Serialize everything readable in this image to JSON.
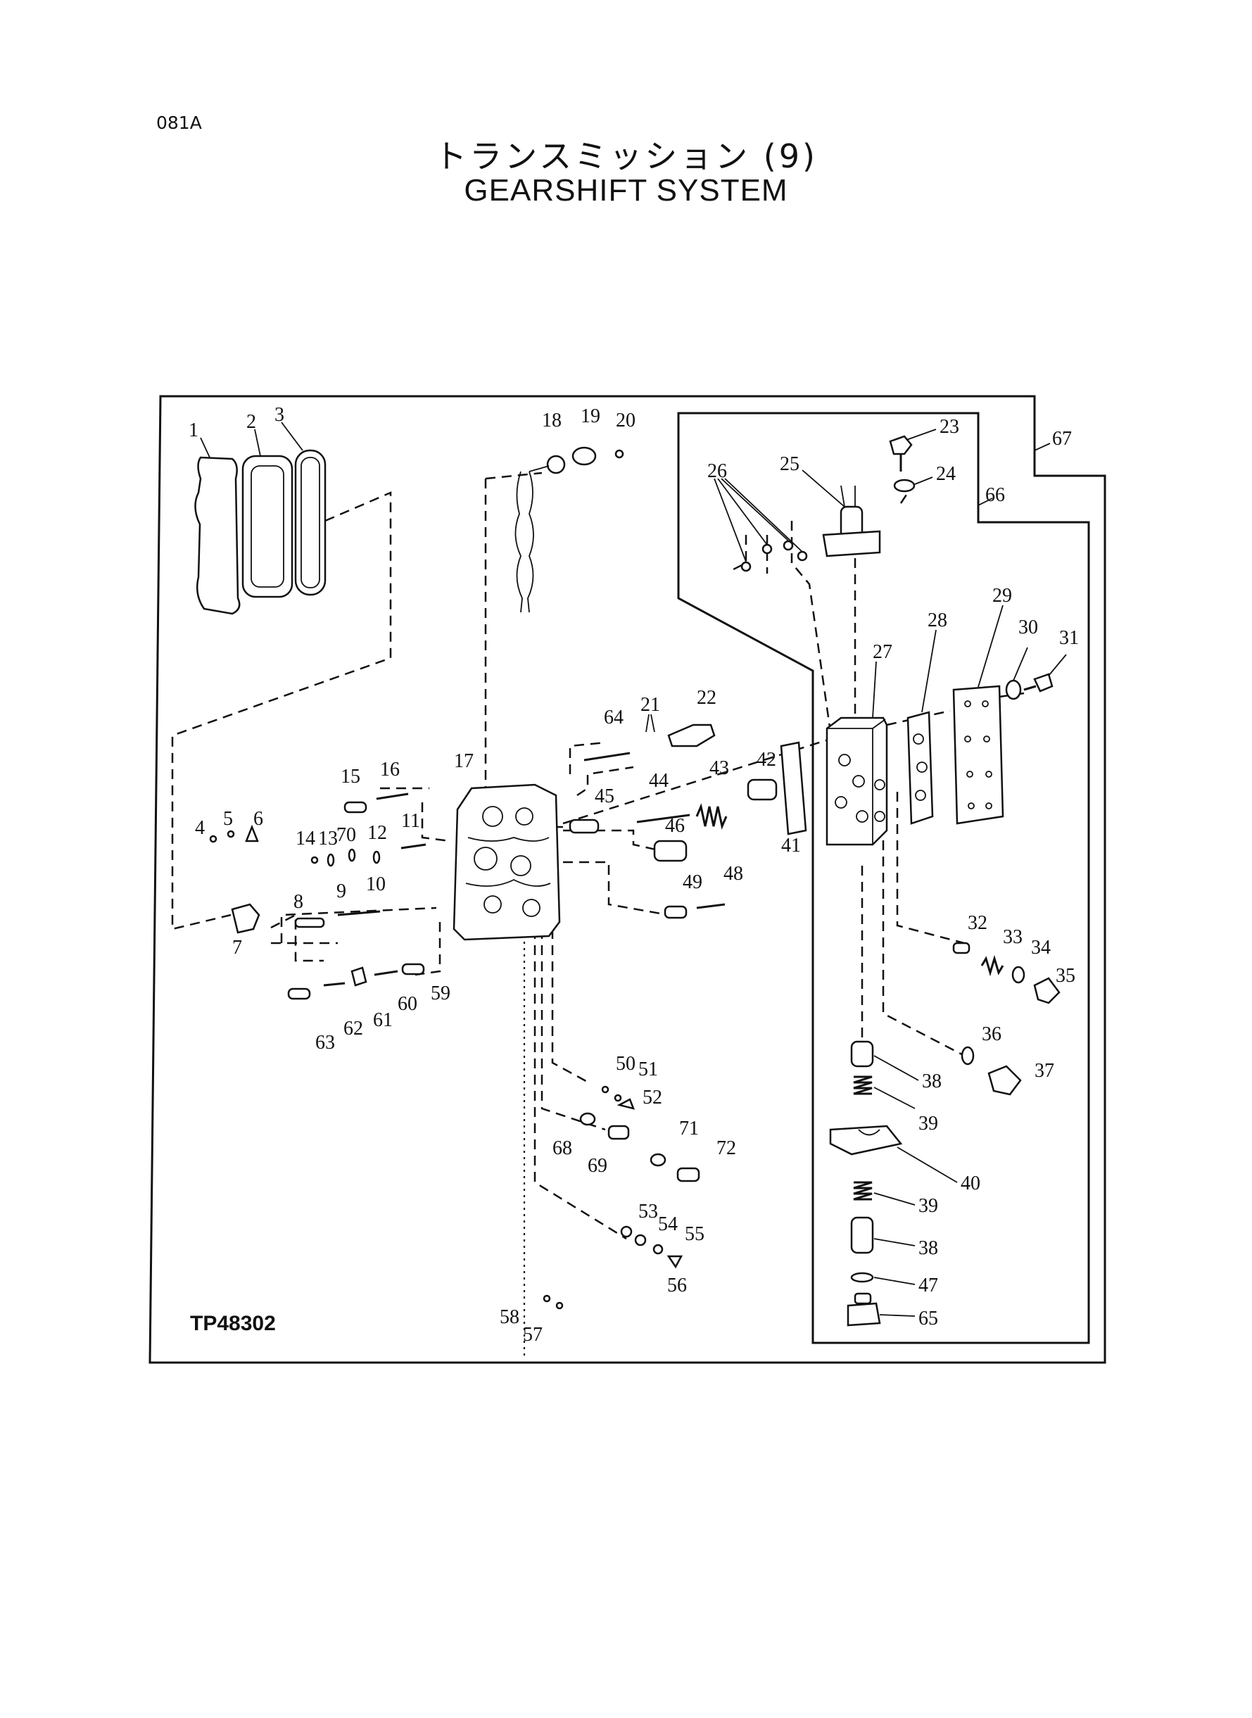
{
  "page_code": "081A",
  "title_jp": "トランスミッション (9)",
  "title_en": "GEARSHIFT SYSTEM",
  "reference": "TP48302",
  "labels": {
    "p1": "1",
    "p2": "2",
    "p3": "3",
    "p4": "4",
    "p5": "5",
    "p6": "6",
    "p7": "7",
    "p8": "8",
    "p9": "9",
    "p10": "10",
    "p11": "11",
    "p12": "12",
    "p13": "13",
    "p14": "14",
    "p15": "15",
    "p16": "16",
    "p17": "17",
    "p18": "18",
    "p19": "19",
    "p20": "20",
    "p21": "21",
    "p22": "22",
    "p23": "23",
    "p24": "24",
    "p25": "25",
    "p26": "26",
    "p27": "27",
    "p28": "28",
    "p29": "29",
    "p30": "30",
    "p31": "31",
    "p32": "32",
    "p33": "33",
    "p34": "34",
    "p35": "35",
    "p36": "36",
    "p37": "37",
    "p38a": "38",
    "p38b": "38",
    "p39a": "39",
    "p39b": "39",
    "p40": "40",
    "p41": "41",
    "p42": "42",
    "p43": "43",
    "p44": "44",
    "p45": "45",
    "p46": "46",
    "p47": "47",
    "p48": "48",
    "p49": "49",
    "p50": "50",
    "p51": "51",
    "p52": "52",
    "p53": "53",
    "p54": "54",
    "p55": "55",
    "p56": "56",
    "p57": "57",
    "p58": "58",
    "p59": "59",
    "p60": "60",
    "p61": "61",
    "p62": "62",
    "p63": "63",
    "p64": "64",
    "p65": "65",
    "p66": "66",
    "p67": "67",
    "p68": "68",
    "p69": "69",
    "p70": "70",
    "p71": "71",
    "p72": "72"
  }
}
